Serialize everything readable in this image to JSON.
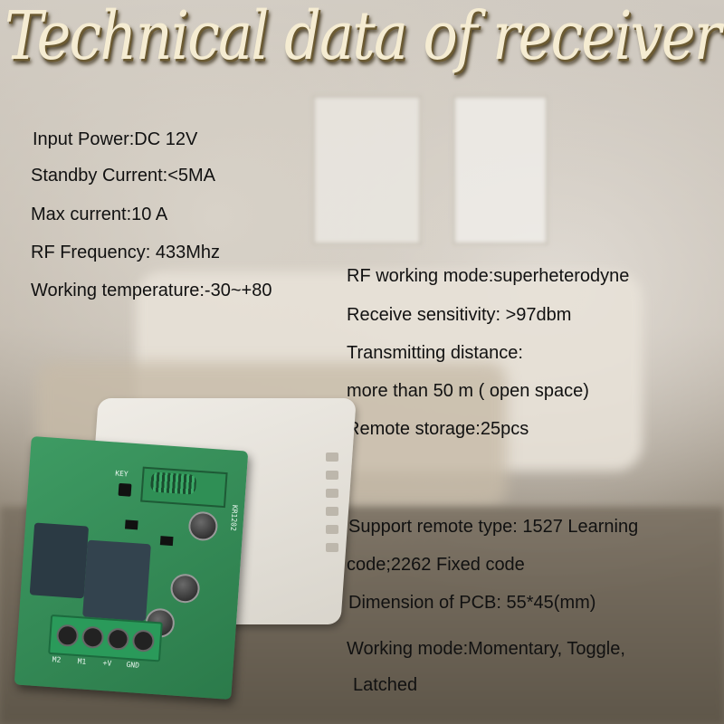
{
  "title": "Technical data of receiver",
  "specs_left": [
    "Input Power:DC 12V",
    "Standby Current:<5MA",
    "Max current:10 A",
    "RF Frequency: 433Mhz",
    "Working temperature:-30~+80"
  ],
  "specs_right_top": [
    "RF working mode:superheterodyne",
    "Receive sensitivity: >97dbm",
    "Transmitting distance:",
    "more than 50 m ( open space)",
    "Remote storage:25pcs"
  ],
  "specs_right_bottom": [
    "Support remote type: 1527 Learning",
    "code;2262 Fixed code",
    "Dimension of PCB: 55*45(mm)",
    "Working mode:Momentary, Toggle,",
    "Latched"
  ],
  "pcb_labels": {
    "key": "KEY",
    "model": "KR1202",
    "m2": "M2",
    "m1": "M1",
    "plus_v": "+V",
    "gnd": "GND"
  }
}
